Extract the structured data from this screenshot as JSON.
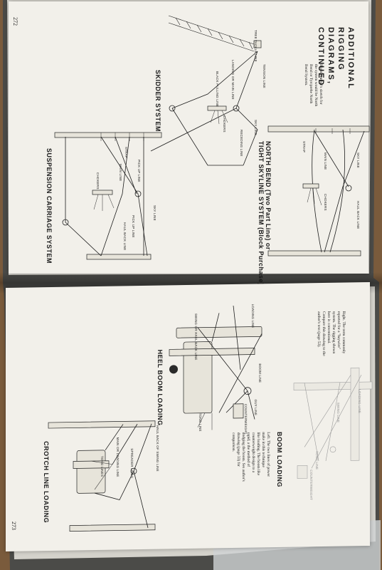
{
  "left_page": {
    "page_number": "272",
    "heading": [
      "ADDITIONAL",
      "RIGGING",
      "DIAGRAMS,",
      "CONTINUED"
    ],
    "caption_right": [
      "Right. Author's sketch for",
      "the system would be North",
      "Bend or Tyrcprehe North",
      "Bend System."
    ],
    "captions": {
      "north_bend": [
        "NORTH BEND (Two Part Line) or",
        "TIGHT SKYLINE SYSTEM (Block Purchase)"
      ],
      "skidder": "SKIDDER SYSTEM",
      "suspension": "SUSPENSION CARRIAGE SYSTEM"
    },
    "labels": {
      "strap": "STRAP",
      "main_line": "MAIN LINE",
      "sky_line": "SKY LINE",
      "haul_back_line": "HAUL BACK LINE",
      "chokers": "CHOKERS",
      "tree_tackle_line": "TREE TACKLE LINE",
      "tension_line": "TENSION LINE",
      "landing_or_main_line": "LANDING OR MAIN LINE",
      "black_pulling_line": "BLACK PULLING LINE",
      "receding_line": "RECEDING LINE",
      "pick_up_line": "PICK UP LINE"
    }
  },
  "right_page": {
    "page_number": "273",
    "caption_right": [
      "Right. The term commonly",
      "reported for a \"haywire\"",
      "system. The rigging shown",
      "here is conventional.",
      "Compare this drawing to the",
      "author's text (page 53)."
    ],
    "boom_text": [
      "Left. The two lines of power",
      "make in this technique",
      "like loading. The boom like",
      "counterweight design to a",
      "rapid, a the method of",
      "dodging the boom. Ses author's",
      "drawing (page 33) for",
      "comparison."
    ],
    "captions": {
      "heel_boom": "HEEL BOOM LOADING",
      "boom_loading": "BOOM LOADING",
      "crotch_line": "CROTCH LINE LOADING"
    },
    "labels": {
      "loading_line": "LOADING LINE",
      "boom_line": "BOOM LINE",
      "swing_or_haul_back_line": "SWING OR HAUL BACK LINE",
      "guy_line": "GUY LINE",
      "counterweight": "COUNTERWEIGHT",
      "tong_line": "TONG LINE",
      "haul_back_of_swing_line": "HAUL BACK OF SWING LINE",
      "spreader_lines": "SPREADER LINES",
      "main_or_loading_line": "MAIN OR LOADING LINE",
      "tong_lines": "TONG LINES"
    },
    "ghost_labels": {
      "loading_line": "LOADING LINE",
      "swing_line": "SWING LINE",
      "tong_line": "TONG LINE",
      "counterweight": "COUNTERWEIGHT"
    }
  },
  "colors": {
    "wood": "#7a5b3c",
    "paper": "#f2f0ea",
    "ink": "#1a1a1a",
    "cover_gray": "#4b4b48"
  }
}
